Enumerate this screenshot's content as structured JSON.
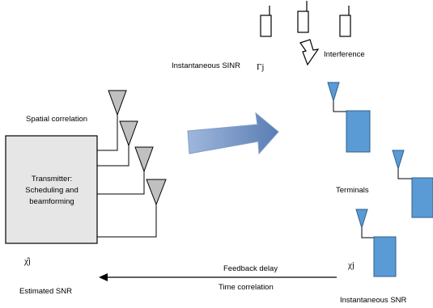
{
  "labels": {
    "spatial_correlation": "Spatial correlation",
    "transmitter_line1": "Transmitter:",
    "transmitter_line2": "Scheduling and",
    "transmitter_line3": "beamforming",
    "instantaneous_sinr": "Instantaneous SINR",
    "gamma_j": "Γj",
    "interference": "Interference",
    "terminals": "Terminals",
    "chi_j": "χj",
    "chi_hat_j": "χ̂j",
    "estimated_snr": "Estimated SNR",
    "feedback_delay": "Feedback delay",
    "time_correlation": "Time correlation",
    "instantaneous_snr": "Instantaneous SNR"
  },
  "colors": {
    "transmitter_fill": "#e6e6e6",
    "tx_antenna_fill": "#c0c0c0",
    "terminal_fill": "#5b9bd5",
    "terminal_stroke": "#2e5f8a",
    "big_arrow_start": "#8eaadb",
    "big_arrow_end": "#5b7fb5"
  }
}
